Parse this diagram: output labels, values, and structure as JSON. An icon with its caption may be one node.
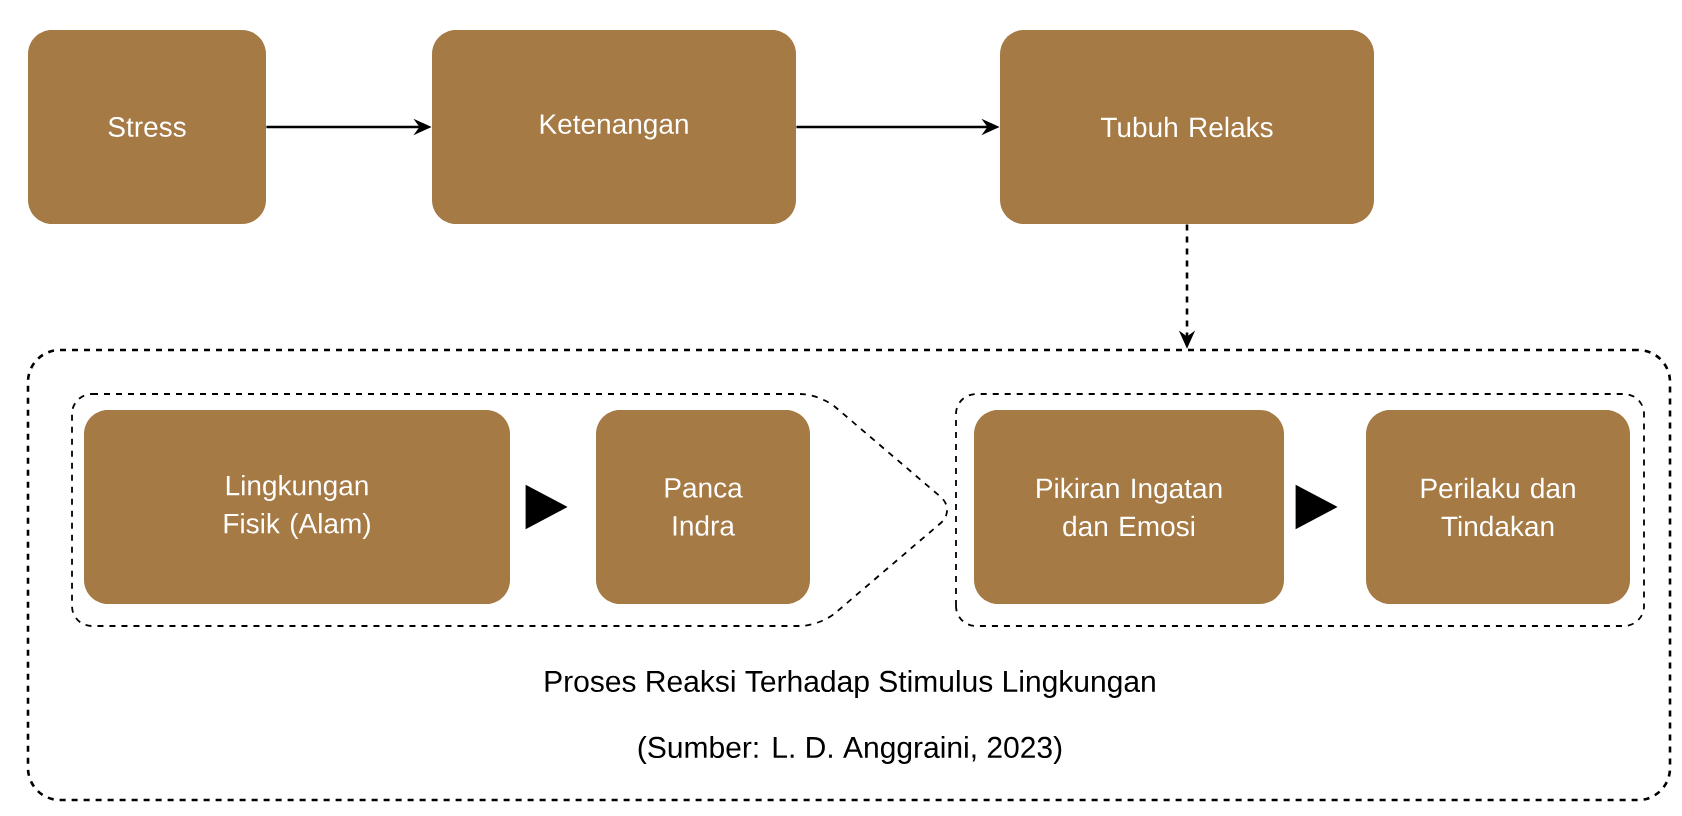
{
  "diagram": {
    "nodes": [
      {
        "text": [
          "Stress"
        ]
      },
      {
        "text": [
          "Ketenangan"
        ]
      },
      {
        "text": [
          "Tubuh Relaks"
        ]
      },
      {
        "text": [
          "Proses Reaksi Terhadap Stimulus Lingkungan",
          "(Sumber: L. D. Anggraini, 2023)"
        ]
      },
      {
        "text": [],
        "shape": "box",
        "in": 3
      },
      {
        "text": [],
        "shape": "box",
        "in": 3
      },
      {
        "text": [
          "Lingkungan Fisik (Alam)"
        ],
        "in": 4
      },
      {
        "text": [
          "Panca Indra"
        ],
        "in": 4
      },
      {
        "text": [
          "Pikiran Ingatan dan Emosi"
        ],
        "in": 5
      },
      {
        "text": [
          "Perilaku dan Tindakan"
        ],
        "in": 5
      }
    ],
    "edges": [
      {
        "from": 0,
        "to": 1,
        "arrow": "to"
      },
      {
        "from": 1,
        "to": 2,
        "arrow": "to"
      },
      {
        "from": 2,
        "to": 3,
        "arrow": "to",
        "style": "dashed"
      },
      {
        "from": 6,
        "to": 7,
        "arrow": "to",
        "style": "thick"
      },
      {
        "from": 8,
        "to": 9,
        "arrow": "to",
        "style": "thick"
      }
    ]
  }
}
